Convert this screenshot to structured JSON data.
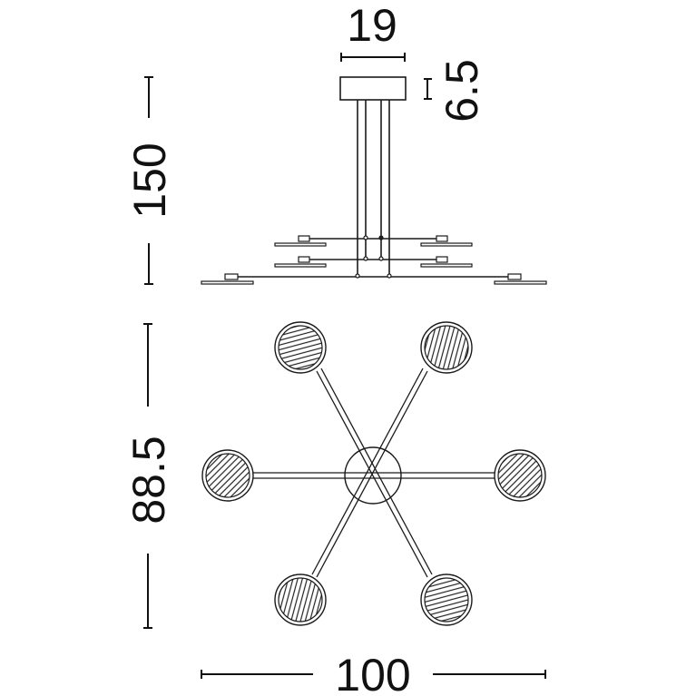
{
  "drawing": {
    "subject": "6-arm pendant light dimension drawing",
    "line_color": "#1a1a1a",
    "background": "#ffffff"
  },
  "dimensions": {
    "canopy_width": "19",
    "canopy_height": "6.5",
    "total_height": "150",
    "depth": "88.5",
    "width": "100"
  },
  "views": {
    "side_view": {
      "tiers": 3,
      "suspension_wires": 4
    },
    "top_view": {
      "arms": 3,
      "lamp_heads": 6
    }
  }
}
